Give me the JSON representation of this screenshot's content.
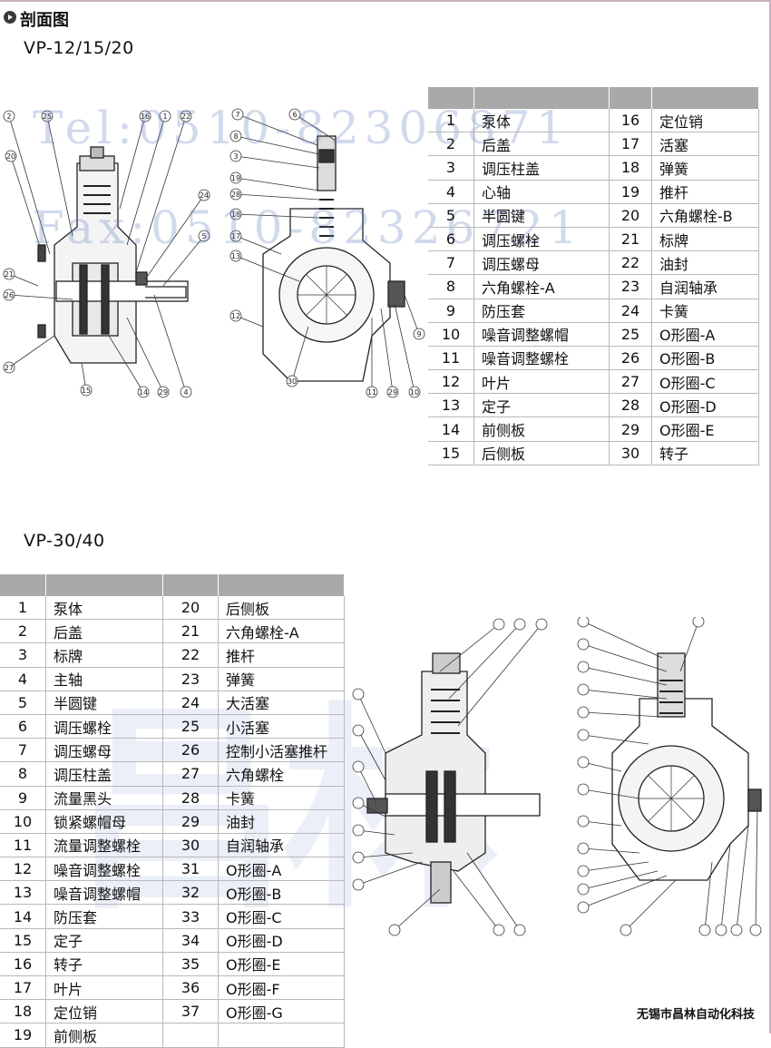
{
  "section": {
    "title": "剖面图",
    "icon": "circle-arrow-icon"
  },
  "model_a": "VP-12/15/20",
  "model_b": "VP-30/40",
  "watermark": {
    "tel": "Tel:0510-82306871",
    "fax": "Fax:0510-82326721"
  },
  "company": "无锡市昌林自动化科技",
  "table1": [
    {
      "n": "1",
      "name": "泵体",
      "n2": "16",
      "name2": "定位销"
    },
    {
      "n": "2",
      "name": "后盖",
      "n2": "17",
      "name2": "活塞"
    },
    {
      "n": "3",
      "name": "调压柱盖",
      "n2": "18",
      "name2": "弹簧"
    },
    {
      "n": "4",
      "name": "心轴",
      "n2": "19",
      "name2": "推杆"
    },
    {
      "n": "5",
      "name": "半圆键",
      "n2": "20",
      "name2": "六角螺栓-B"
    },
    {
      "n": "6",
      "name": "调压螺栓",
      "n2": "21",
      "name2": "标牌"
    },
    {
      "n": "7",
      "name": "调压螺母",
      "n2": "22",
      "name2": "油封"
    },
    {
      "n": "8",
      "name": "六角螺栓-A",
      "n2": "23",
      "name2": "自润轴承"
    },
    {
      "n": "9",
      "name": "防压套",
      "n2": "24",
      "name2": "卡簧"
    },
    {
      "n": "10",
      "name": "噪音调整螺帽",
      "n2": "25",
      "name2": "O形圈-A"
    },
    {
      "n": "11",
      "name": "噪音调整螺栓",
      "n2": "26",
      "name2": "O形圈-B"
    },
    {
      "n": "12",
      "name": "叶片",
      "n2": "27",
      "name2": "O形圈-C"
    },
    {
      "n": "13",
      "name": "定子",
      "n2": "28",
      "name2": "O形圈-D"
    },
    {
      "n": "14",
      "name": "前侧板",
      "n2": "29",
      "name2": "O形圈-E"
    },
    {
      "n": "15",
      "name": "后侧板",
      "n2": "30",
      "name2": "转子"
    }
  ],
  "table2": [
    {
      "n": "1",
      "name": "泵体",
      "n2": "20",
      "name2": "后侧板"
    },
    {
      "n": "2",
      "name": "后盖",
      "n2": "21",
      "name2": "六角螺栓-A"
    },
    {
      "n": "3",
      "name": "标牌",
      "n2": "22",
      "name2": "推杆"
    },
    {
      "n": "4",
      "name": "主轴",
      "n2": "23",
      "name2": "弹簧"
    },
    {
      "n": "5",
      "name": "半圆键",
      "n2": "24",
      "name2": "大活塞"
    },
    {
      "n": "6",
      "name": "调压螺栓",
      "n2": "25",
      "name2": "小活塞"
    },
    {
      "n": "7",
      "name": "调压螺母",
      "n2": "26",
      "name2": "控制小活塞推杆"
    },
    {
      "n": "8",
      "name": "调压柱盖",
      "n2": "27",
      "name2": "六角螺栓"
    },
    {
      "n": "9",
      "name": "流量黑头",
      "n2": "28",
      "name2": "卡簧"
    },
    {
      "n": "10",
      "name": "锁紧螺帽母",
      "n2": "29",
      "name2": "油封"
    },
    {
      "n": "11",
      "name": "流量调整螺栓",
      "n2": "30",
      "name2": "自润轴承"
    },
    {
      "n": "12",
      "name": "噪音调整螺栓",
      "n2": "31",
      "name2": "O形圈-A"
    },
    {
      "n": "13",
      "name": "噪音调整螺帽",
      "n2": "32",
      "name2": "O形圈-B"
    },
    {
      "n": "14",
      "name": "防压套",
      "n2": "33",
      "name2": "O形圈-C"
    },
    {
      "n": "15",
      "name": "定子",
      "n2": "34",
      "name2": "O形圈-D"
    },
    {
      "n": "16",
      "name": "转子",
      "n2": "35",
      "name2": "O形圈-E"
    },
    {
      "n": "17",
      "name": "叶片",
      "n2": "36",
      "name2": "O形圈-F"
    },
    {
      "n": "18",
      "name": "定位销",
      "n2": "37",
      "name2": "O形圈-G"
    },
    {
      "n": "19",
      "name": "前侧板",
      "n2": "",
      "name2": ""
    }
  ],
  "callouts_left": [
    "2",
    "25",
    "16",
    "1",
    "22",
    "20",
    "24",
    "5",
    "21",
    "26",
    "27",
    "15",
    "14",
    "29",
    "4"
  ],
  "callouts_right": [
    "7",
    "6",
    "8",
    "3",
    "19",
    "28",
    "18",
    "17",
    "13",
    "12",
    "30",
    "11",
    "29",
    "10",
    "9"
  ]
}
